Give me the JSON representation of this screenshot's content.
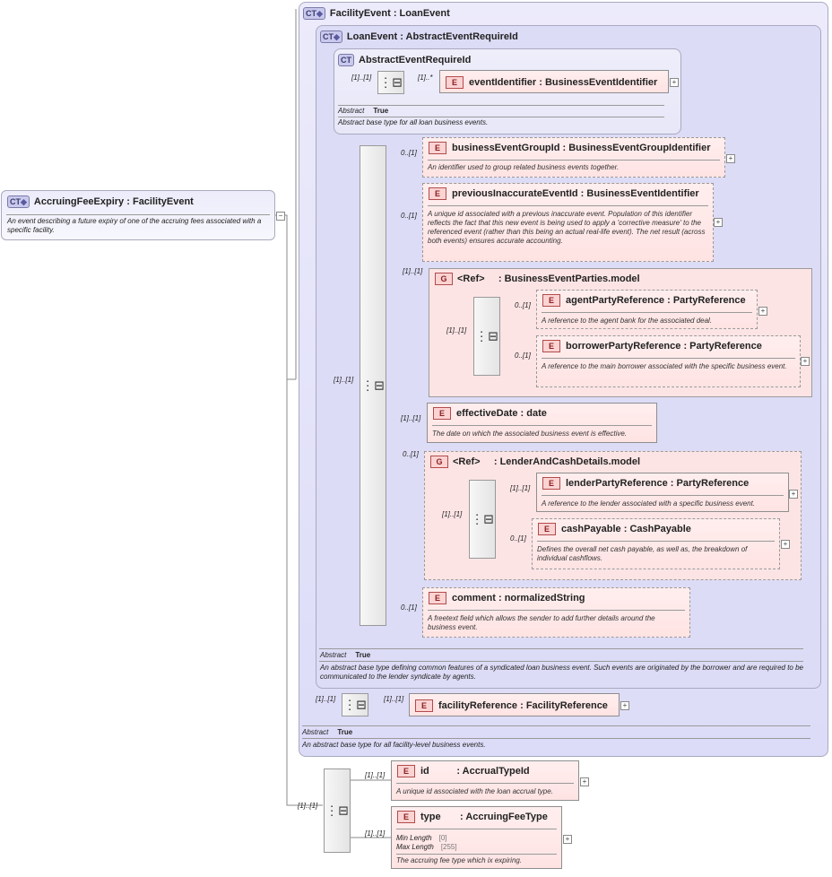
{
  "root": {
    "badge": "CT",
    "name": "AccruingFeeExpiry",
    "base": ": FacilityEvent",
    "doc": "An event describing a future expiry of one of the accruing fees associated with a specific facility."
  },
  "facility_event": {
    "badge": "CT",
    "title": "FacilityEvent : LoanEvent",
    "abstract_key": "Abstract",
    "abstract_value": "True",
    "doc": "An abstract base type for all facility-level business events.",
    "seq_card": "[1]..[1]",
    "facility_reference": {
      "badge": "E",
      "card": "[1]..[1]",
      "name": "facilityReference",
      "type": ": FacilityReference"
    }
  },
  "loan_event": {
    "badge": "CT",
    "title": "LoanEvent : AbstractEventRequireId",
    "abstract_key": "Abstract",
    "abstract_value": "True",
    "doc": "An abstract base type defining common features of a syndicated loan business event. Such events are originated by the borrower and are required to be communicated to the lender syndicate by agents.",
    "seq_card": "[1]..[1]"
  },
  "abstract_event": {
    "badge": "CT",
    "title": "AbstractEventRequireId",
    "seq_card": "[1]..[1]",
    "abstract_key": "Abstract",
    "abstract_value": "True",
    "doc": "Abstract base type for all loan business events.",
    "event_identifier": {
      "badge": "E",
      "card": "[1]..*",
      "name": "eventIdentifier",
      "type": ": BusinessEventIdentifier"
    }
  },
  "elements": {
    "business_event_group_id": {
      "badge": "E",
      "card": "0..[1]",
      "name": "businessEventGroupId",
      "type": ": BusinessEventGroupIdentifier",
      "doc": "An identifier used to group related business events together."
    },
    "previous_inaccurate_event_id": {
      "badge": "E",
      "card": "0..[1]",
      "name": "previousInaccurateEventId",
      "type": ": BusinessEventIdentifier",
      "doc": "A unique id associated with a previous inaccurate event. Population of this identifier reflects the fact that this new event is being used to apply a 'corrective measure' to the referenced event (rather than this being an actual real-life event). The net result (across both events) ensures accurate accounting."
    },
    "parties_group": {
      "badge": "G",
      "card": "[1]..[1]",
      "ref": "<Ref>",
      "name": ": BusinessEventParties.model",
      "seq_card": "[1]..[1]"
    },
    "agent_party_reference": {
      "badge": "E",
      "card": "0..[1]",
      "name": "agentPartyReference",
      "type": ": PartyReference",
      "doc": "A reference to the agent bank for the associated deal."
    },
    "borrower_party_reference": {
      "badge": "E",
      "card": "0..[1]",
      "name": "borrowerPartyReference",
      "type": ": PartyReference",
      "doc": "A reference to the main borrower associated with the specific business event."
    },
    "effective_date": {
      "badge": "E",
      "card": "[1]..[1]",
      "name": "effectiveDate",
      "type": ": date",
      "doc": "The date on which the associated business event is effective."
    },
    "lender_group": {
      "badge": "G",
      "card": "0..[1]",
      "ref": "<Ref>",
      "name": ": LenderAndCashDetails.model",
      "seq_card": "[1]..[1]"
    },
    "lender_party_reference": {
      "badge": "E",
      "card": "[1]..[1]",
      "name": "lenderPartyReference",
      "type": ": PartyReference",
      "doc": "A reference to the lender associated with a specific business event."
    },
    "cash_payable": {
      "badge": "E",
      "card": "0..[1]",
      "name": "cashPayable",
      "type": ": CashPayable",
      "doc": "Defines the overall net cash payable, as well as, the breakdown of individual cashflows."
    },
    "comment": {
      "badge": "E",
      "card": "0..[1]",
      "name": "comment",
      "type": ": normalizedString",
      "doc": "A freetext field which allows the sender to add further details around the business event."
    }
  },
  "bottom": {
    "seq_card": "[1]..[1]",
    "id": {
      "badge": "E",
      "card": "[1]..[1]",
      "name": "id",
      "type": ": AccrualTypeId",
      "doc": "A unique id associated with the loan accrual type."
    },
    "type": {
      "badge": "E",
      "card": "[1]..[1]",
      "name": "type",
      "type": ": AccruingFeeType",
      "min_length_key": "Min Length",
      "min_length_value": "[0]",
      "max_length_key": "Max Length",
      "max_length_value": "[255]",
      "doc": "The accruing fee type which ix expiring."
    }
  },
  "icons": {
    "expand": "+",
    "collapse": "−",
    "sequence": "sequence-icon"
  }
}
